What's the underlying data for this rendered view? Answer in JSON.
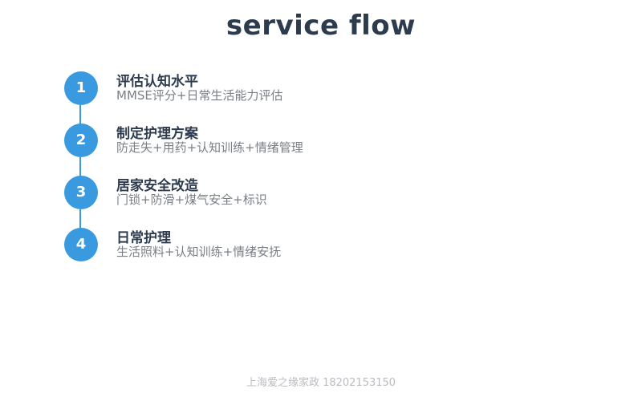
{
  "title": "service flow",
  "steps": [
    {
      "number": "1",
      "title": "评估认知水平",
      "desc": "MMSE评分+日常生活能力评估"
    },
    {
      "number": "2",
      "title": "制定护理方案",
      "desc": "防走失+用药+认知训练+情绪管理"
    },
    {
      "number": "3",
      "title": "居家安全改造",
      "desc": "门锁+防滑+煤气安全+标识"
    },
    {
      "number": "4",
      "title": "日常护理",
      "desc": "生活照料+认知训练+情绪安抚"
    }
  ],
  "footer": "上海爱之缘家政 18202153150",
  "colors": {
    "accent": "#3a9ae0",
    "title": "#2d3b4e",
    "desc": "#7a7f86",
    "footer": "#b9bcc0"
  }
}
